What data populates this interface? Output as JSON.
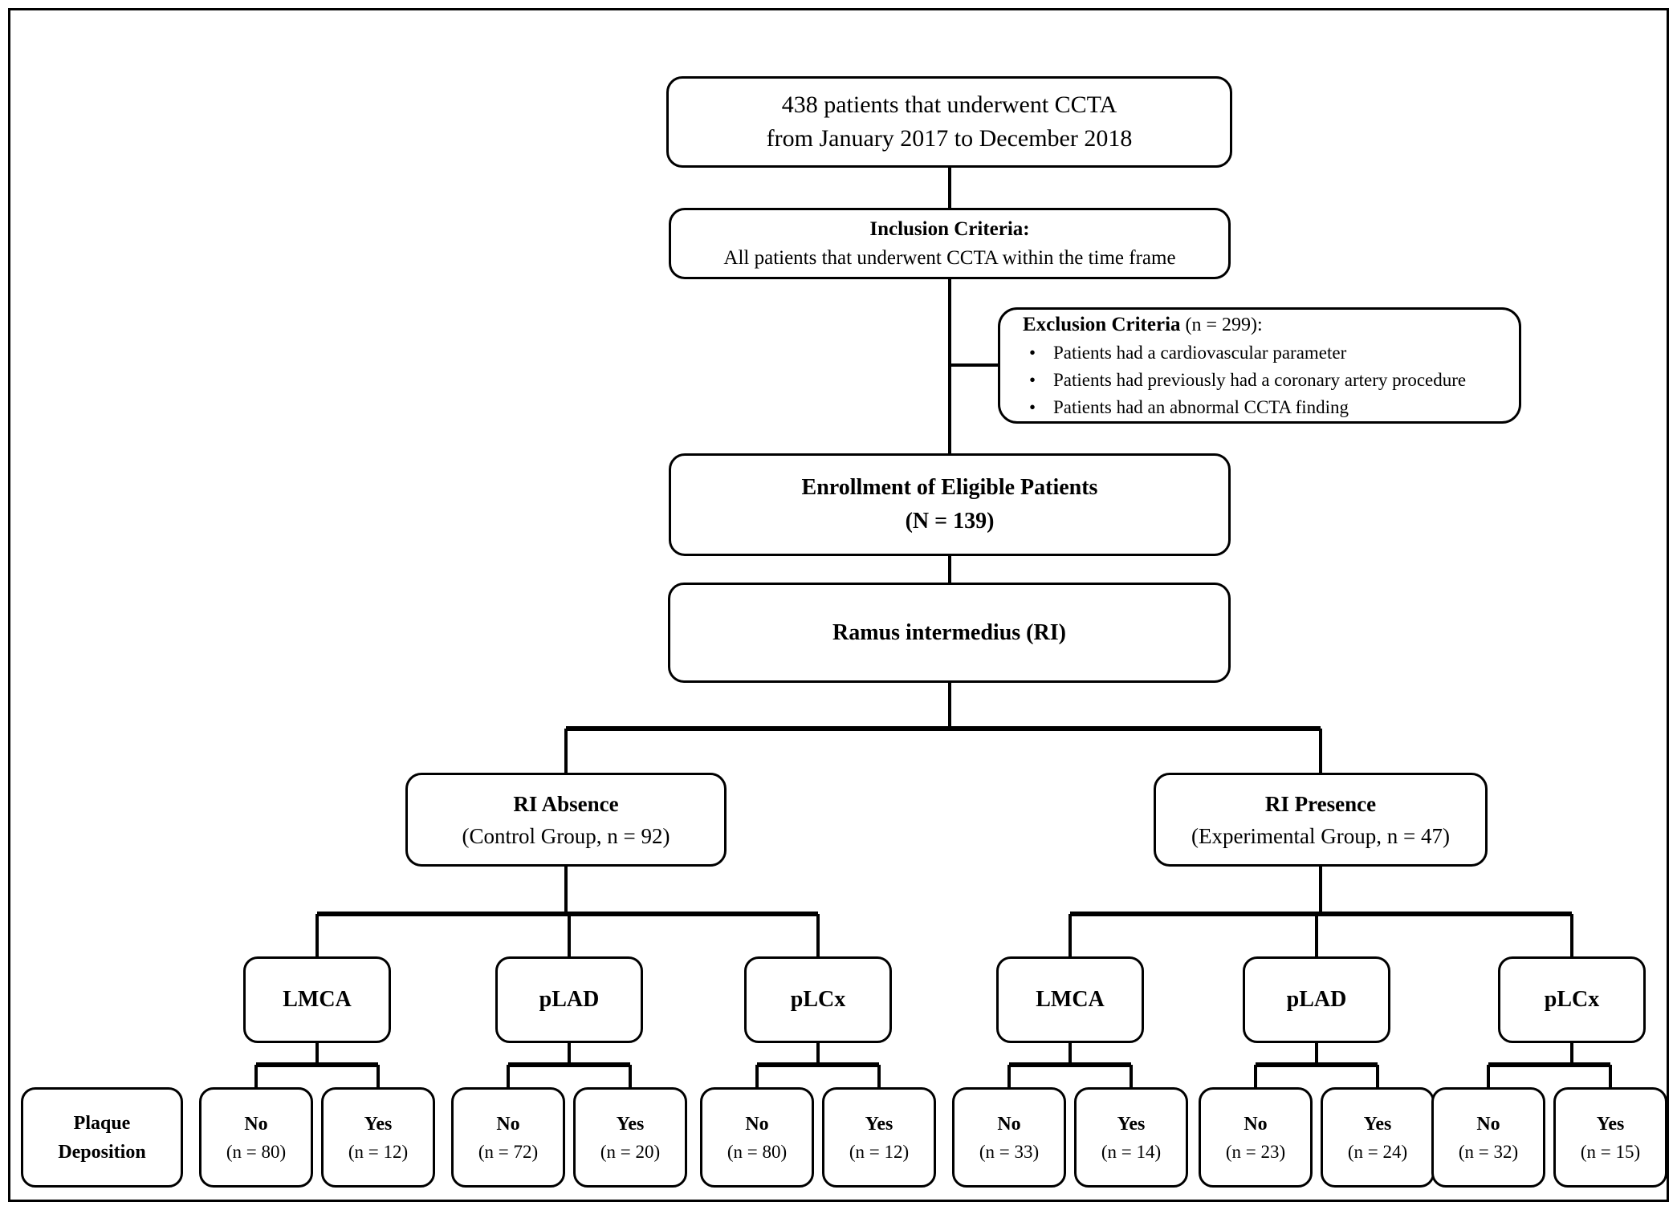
{
  "flowchart": {
    "top": {
      "line1": "438 patients that underwent CCTA",
      "line2": "from January 2017 to December 2018"
    },
    "inclusion": {
      "heading": "Inclusion Criteria:",
      "body": "All patients that underwent CCTA within the time frame"
    },
    "exclusion": {
      "heading": "Exclusion Criteria",
      "count": " (n = 299):",
      "bullet_glyph": "•",
      "bullets": [
        "Patients had a cardiovascular parameter",
        "Patients had previously had a coronary artery procedure",
        "Patients had an abnormal CCTA finding"
      ]
    },
    "enrollment": {
      "line1": "Enrollment of Eligible Patients",
      "line2": "(N = 139)"
    },
    "ramus": {
      "label": "Ramus intermedius (RI)"
    },
    "row_label": {
      "line1": "Plaque",
      "line2": "Deposition"
    },
    "groups": [
      {
        "title": "RI Absence",
        "subtitle": "(Control Group, n = 92)",
        "arteries": [
          {
            "label": "LMCA",
            "no_label": "No",
            "no_n": "(n = 80)",
            "yes_label": "Yes",
            "yes_n": "(n = 12)"
          },
          {
            "label": "pLAD",
            "no_label": "No",
            "no_n": "(n = 72)",
            "yes_label": "Yes",
            "yes_n": "(n = 20)"
          },
          {
            "label": "pLCx",
            "no_label": "No",
            "no_n": "(n = 80)",
            "yes_label": "Yes",
            "yes_n": "(n = 12)"
          }
        ]
      },
      {
        "title": "RI Presence",
        "subtitle": "(Experimental Group, n = 47)",
        "arteries": [
          {
            "label": "LMCA",
            "no_label": "No",
            "no_n": "(n = 33)",
            "yes_label": "Yes",
            "yes_n": "(n = 14)"
          },
          {
            "label": "pLAD",
            "no_label": "No",
            "no_n": "(n = 23)",
            "yes_label": "Yes",
            "yes_n": "(n = 24)"
          },
          {
            "label": "pLCx",
            "no_label": "No",
            "no_n": "(n = 32)",
            "yes_label": "Yes",
            "yes_n": "(n = 15)"
          }
        ]
      }
    ]
  }
}
